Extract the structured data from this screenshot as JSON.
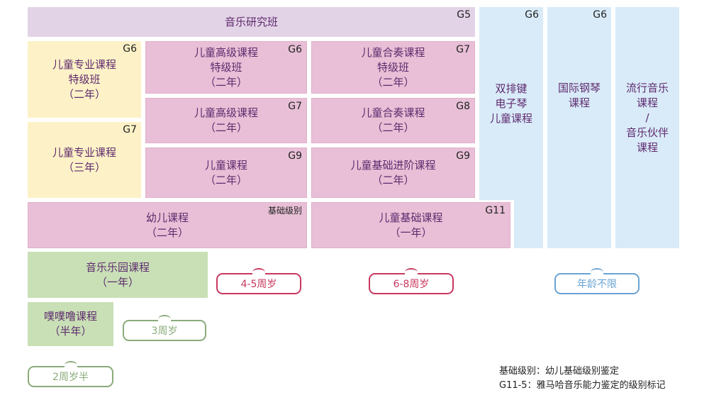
{
  "research": {
    "label": "音乐研究班",
    "grade": "G5"
  },
  "blue_columns": [
    {
      "lines": [
        "双排键",
        "电子琴",
        "儿童课程"
      ],
      "grade": "G6"
    },
    {
      "lines": [
        "国际钢琴",
        "课程"
      ],
      "grade": "G6"
    },
    {
      "lines": [
        "流行音乐",
        "课程",
        "/",
        "音乐伙伴",
        "课程"
      ],
      "grade": ""
    }
  ],
  "yellow": [
    {
      "lines": [
        "儿童专业课程",
        "特级班",
        "（二年）"
      ],
      "grade": "G6"
    },
    {
      "lines": [
        "儿童专业课程",
        "（三年）"
      ],
      "grade": "G7"
    }
  ],
  "pink_left": [
    {
      "lines": [
        "儿童高级课程",
        "特级班",
        "（二年）"
      ],
      "grade": "G6"
    },
    {
      "lines": [
        "儿童高级课程",
        "（二年）"
      ],
      "grade": "G7"
    },
    {
      "lines": [
        "儿童课程",
        "（二年）"
      ],
      "grade": "G9"
    }
  ],
  "pink_right": [
    {
      "lines": [
        "儿童合奏课程",
        "特级班",
        "（二年）"
      ],
      "grade": "G7"
    },
    {
      "lines": [
        "儿童合奏课程",
        "（二年）"
      ],
      "grade": "G8"
    },
    {
      "lines": [
        "儿童基础进阶课程",
        "（二年）"
      ],
      "grade": "G9"
    }
  ],
  "infant": {
    "lines": [
      "幼儿课程",
      "（二年）"
    ],
    "grade": "基础级别"
  },
  "basic": {
    "lines": [
      "儿童基础课程",
      "（一年）"
    ],
    "grade": "G11"
  },
  "garden": {
    "lines": [
      "音乐乐园课程",
      "（一年）"
    ]
  },
  "puppu": {
    "lines": [
      "噗噗噜课程",
      "（半年）"
    ]
  },
  "tags": {
    "age45": "4-5周岁",
    "age68": "6-8周岁",
    "any": "年龄不限",
    "age3": "3周岁",
    "age25": "2周岁半"
  },
  "legend": [
    "基础级别：幼儿基础级别鉴定",
    "G11-5：雅马哈音乐能力鉴定的级别标记"
  ],
  "colors": {
    "pink_tag": "#c8385f",
    "blue_tag": "#6aa3d4",
    "green_tag": "#8aab7a",
    "text": "#5e2a6e"
  }
}
